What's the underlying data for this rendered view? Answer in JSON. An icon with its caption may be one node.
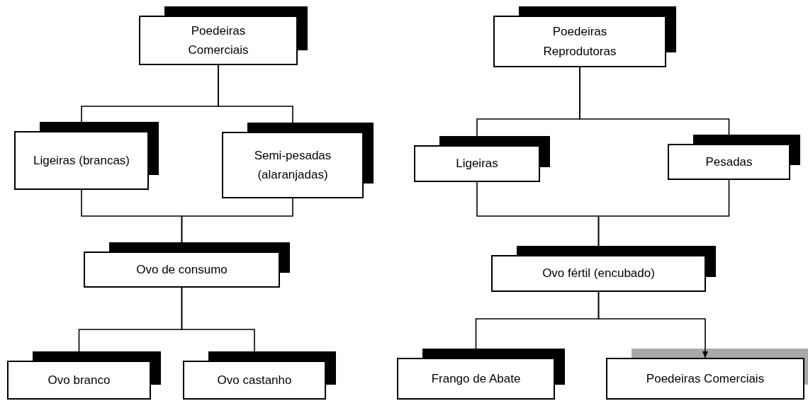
{
  "diagram": {
    "nodes": [
      {
        "text": [
          "Poedeiras Comerciais"
        ]
      },
      {
        "text": [
          "Ligeiras (brancas)"
        ]
      },
      {
        "text": [
          "Semi-pesadas (alaranjadas)"
        ]
      },
      {
        "text": [
          "Ovo de consumo"
        ]
      },
      {
        "text": [
          "Ovo branco"
        ]
      },
      {
        "text": [
          "Ovo castanho"
        ]
      },
      {
        "text": [
          "Poedeiras Reprodutoras"
        ]
      },
      {
        "text": [
          "Ligeiras"
        ]
      },
      {
        "text": [
          "Pesadas"
        ]
      },
      {
        "text": [
          "Ovo fértil (encubado)"
        ]
      },
      {
        "text": [
          "Frango de Abate"
        ]
      },
      {
        "text": [
          "Poedeiras Comerciais"
        ]
      }
    ],
    "edges": [
      {
        "from": 0,
        "to": 1,
        "arrow": "to"
      },
      {
        "from": 0,
        "to": 2,
        "arrow": "to"
      },
      {
        "from": 1,
        "to": 3,
        "arrow": "to"
      },
      {
        "from": 2,
        "to": 3,
        "arrow": "to"
      },
      {
        "from": 3,
        "to": 4,
        "arrow": "to"
      },
      {
        "from": 3,
        "to": 5,
        "arrow": "to"
      },
      {
        "from": 6,
        "to": 7,
        "arrow": "to"
      },
      {
        "from": 6,
        "to": 8,
        "arrow": "to"
      },
      {
        "from": 7,
        "to": 9,
        "arrow": "to"
      },
      {
        "from": 8,
        "to": 9,
        "arrow": "to"
      },
      {
        "from": 9,
        "to": 10,
        "arrow": "to"
      },
      {
        "from": 9,
        "to": 11,
        "arrow": "to"
      }
    ]
  }
}
